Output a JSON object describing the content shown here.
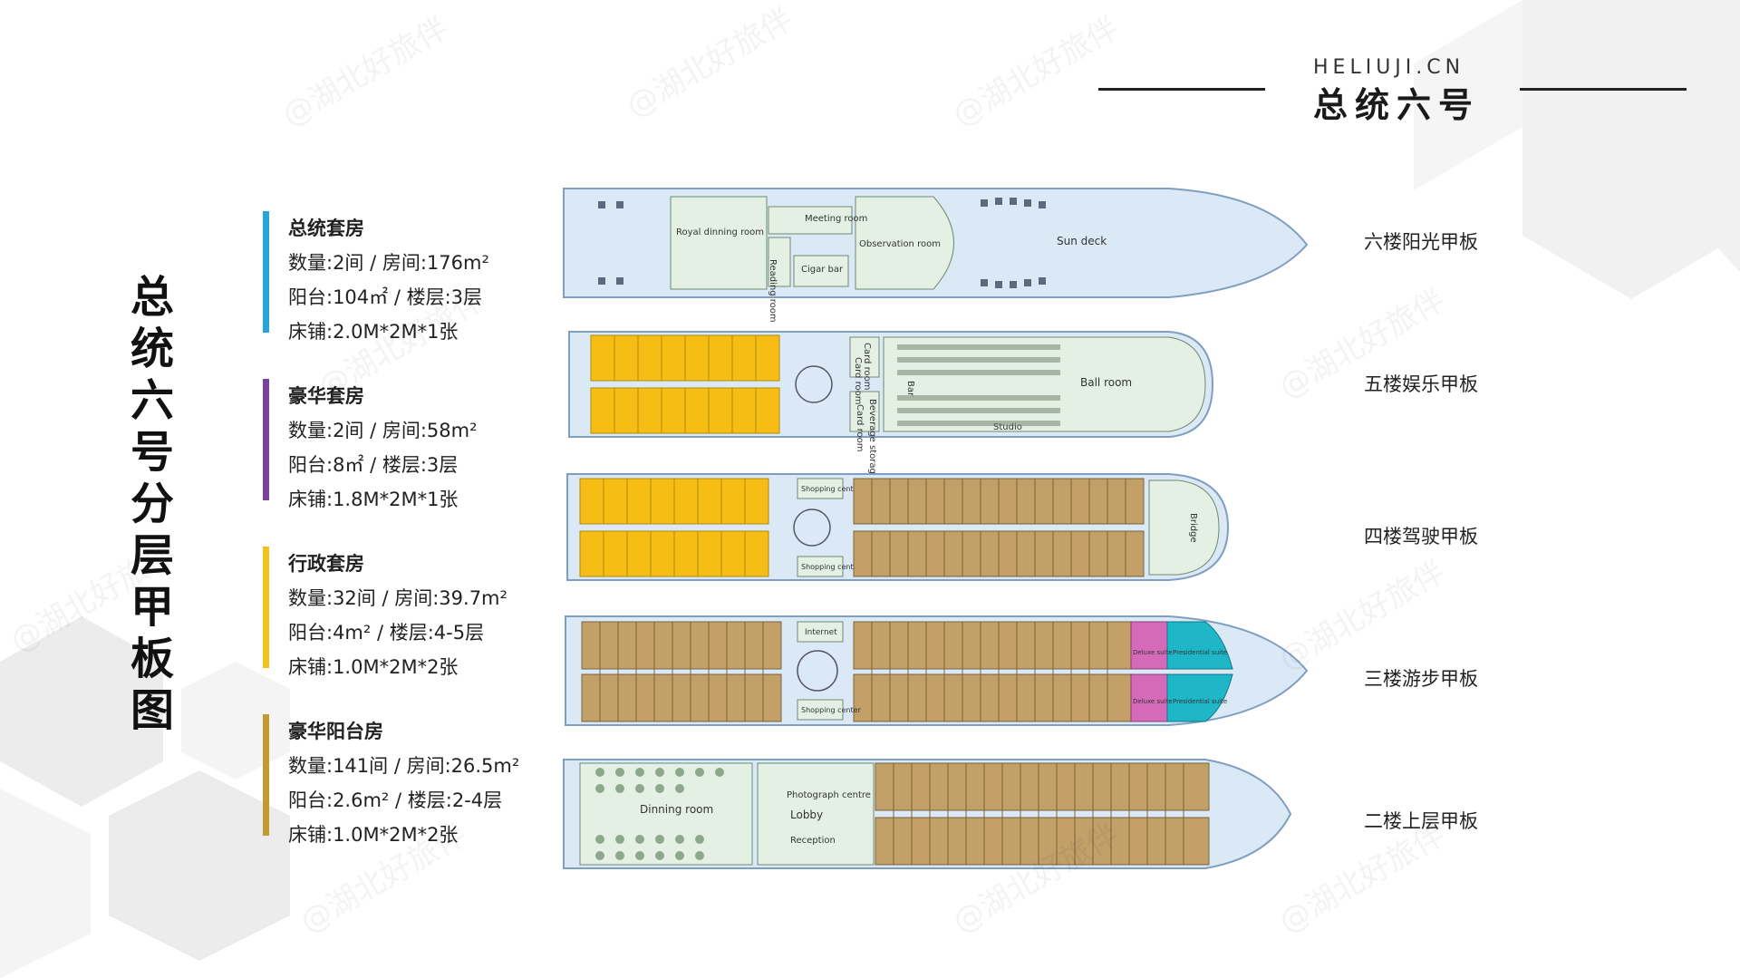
{
  "header": {
    "brand_en": "HELIUJI.CN",
    "brand_cn": "总统六号"
  },
  "side_title": "总统六号分层甲板图",
  "watermark": "@湖北好旅伴",
  "colors": {
    "presidential": "#29a3dc",
    "deluxe_suite": "#7b3fa0",
    "executive": "#f3c21a",
    "balcony": "#c39a2e",
    "hull": "#dbe9f7",
    "hull_edge": "#7f9fc1",
    "public_area": "#e3f0e3",
    "cabin_yellow": "#f6bd15",
    "cabin_tan": "#c3a068",
    "cabin_pink": "#d56ab8",
    "cabin_cyan": "#1fb6c7"
  },
  "room_types": [
    {
      "title": "总统套房",
      "lines": [
        "数量:2间 / 房间:176m²",
        "阳台:104㎡ / 楼层:3层",
        "床铺:2.0M*2M*1张"
      ]
    },
    {
      "title": "豪华套房",
      "lines": [
        "数量:2间 / 房间:58m²",
        "阳台:8㎡ / 楼层:3层",
        "床铺:1.8M*2M*1张"
      ]
    },
    {
      "title": "行政套房",
      "lines": [
        "数量:32间 / 房间:39.7m²",
        "阳台:4m² / 楼层:4-5层",
        "床铺:1.0M*2M*2张"
      ]
    },
    {
      "title": "豪华阳台房",
      "lines": [
        "数量:141间 / 房间:26.5m²",
        "阳台:2.6m²  / 楼层:2-4层",
        "床铺:1.0M*2M*2张"
      ]
    }
  ],
  "decks": [
    {
      "label": "六楼阳光甲板",
      "areas": [
        "Royal dinning room",
        "Meeting room",
        "Reading room",
        "Cigar bar",
        "Observation room",
        "Sun deck"
      ]
    },
    {
      "label": "五楼娱乐甲板",
      "areas": [
        "Card room",
        "Card room",
        "Bar",
        "Beverage storage",
        "Card room",
        "Ball room",
        "Studio"
      ]
    },
    {
      "label": "四楼驾驶甲板",
      "areas": [
        "Shopping center",
        "Shopping center",
        "Bridge"
      ]
    },
    {
      "label": "三楼游步甲板",
      "areas": [
        "Internet",
        "Shopping center",
        "Deluxe suite",
        "Presidential suite",
        "Deluxe suite",
        "Presidential suite"
      ]
    },
    {
      "label": "二楼上层甲板",
      "areas": [
        "Dinning room",
        "Photograph centre",
        "Lobby",
        "Reception"
      ]
    }
  ]
}
